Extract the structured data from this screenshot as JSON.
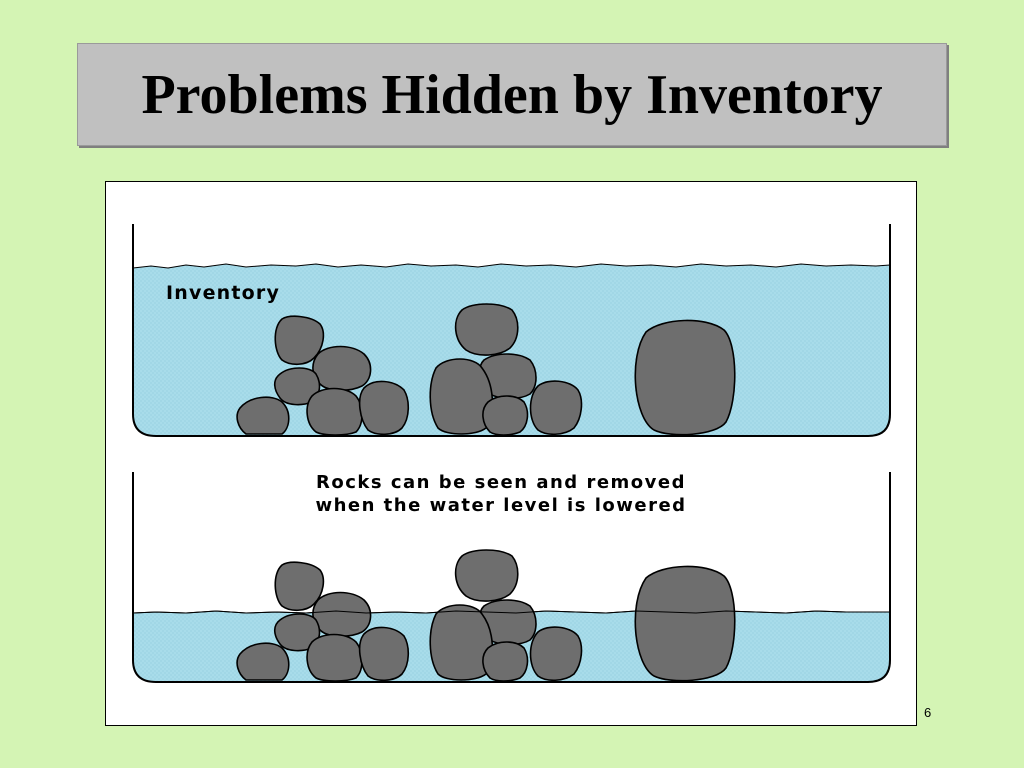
{
  "slide": {
    "title": "Problems Hidden by Inventory",
    "page_number": "6"
  },
  "diagram": {
    "top_tank_label": "Inventory",
    "caption_line1": "Rocks can be seen and removed",
    "caption_line2": "when the water level is lowered"
  },
  "colors": {
    "background": "#d4f4b4",
    "title_box": "#c0c0c0",
    "water": "#a8dcea",
    "rock": "#6e6e6e",
    "outline": "#000000"
  }
}
